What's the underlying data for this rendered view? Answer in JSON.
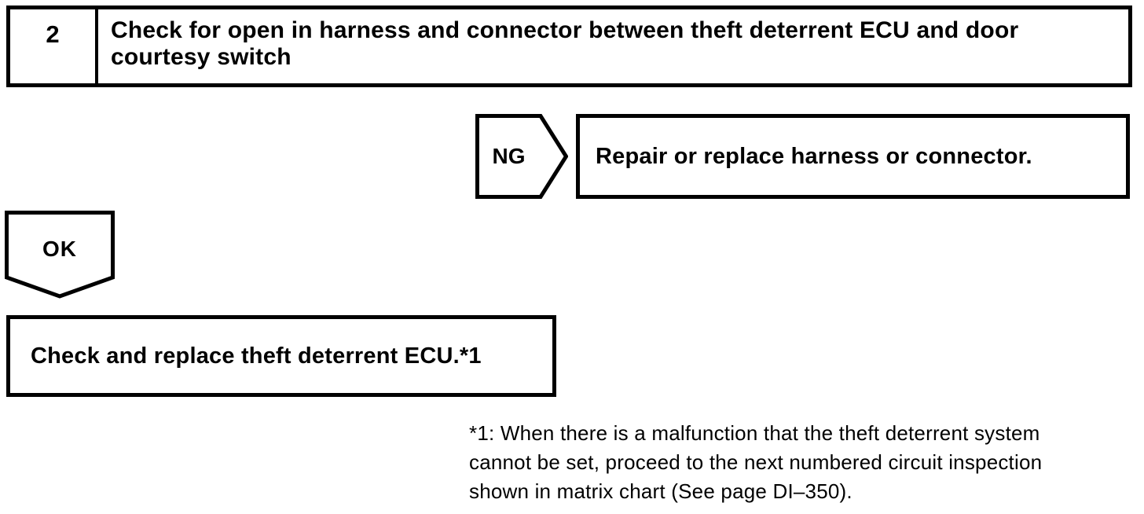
{
  "flowchart": {
    "step": {
      "number": "2",
      "title": "Check for open in harness and connector between theft deterrent ECU and door courtesy switch"
    },
    "ng_branch": {
      "label": "NG",
      "action": "Repair or replace harness or connector."
    },
    "ok_branch": {
      "label": "OK",
      "result": "Check and replace theft deterrent ECU.*1"
    },
    "footnote": {
      "lines": [
        "*1: When there is a malfunction that the theft deterrent system",
        "cannot be set, proceed to the next numbered circuit inspection",
        "shown in matrix chart (See page DI–350)."
      ]
    },
    "colors": {
      "ink": "#000000",
      "paper": "#ffffff"
    }
  }
}
